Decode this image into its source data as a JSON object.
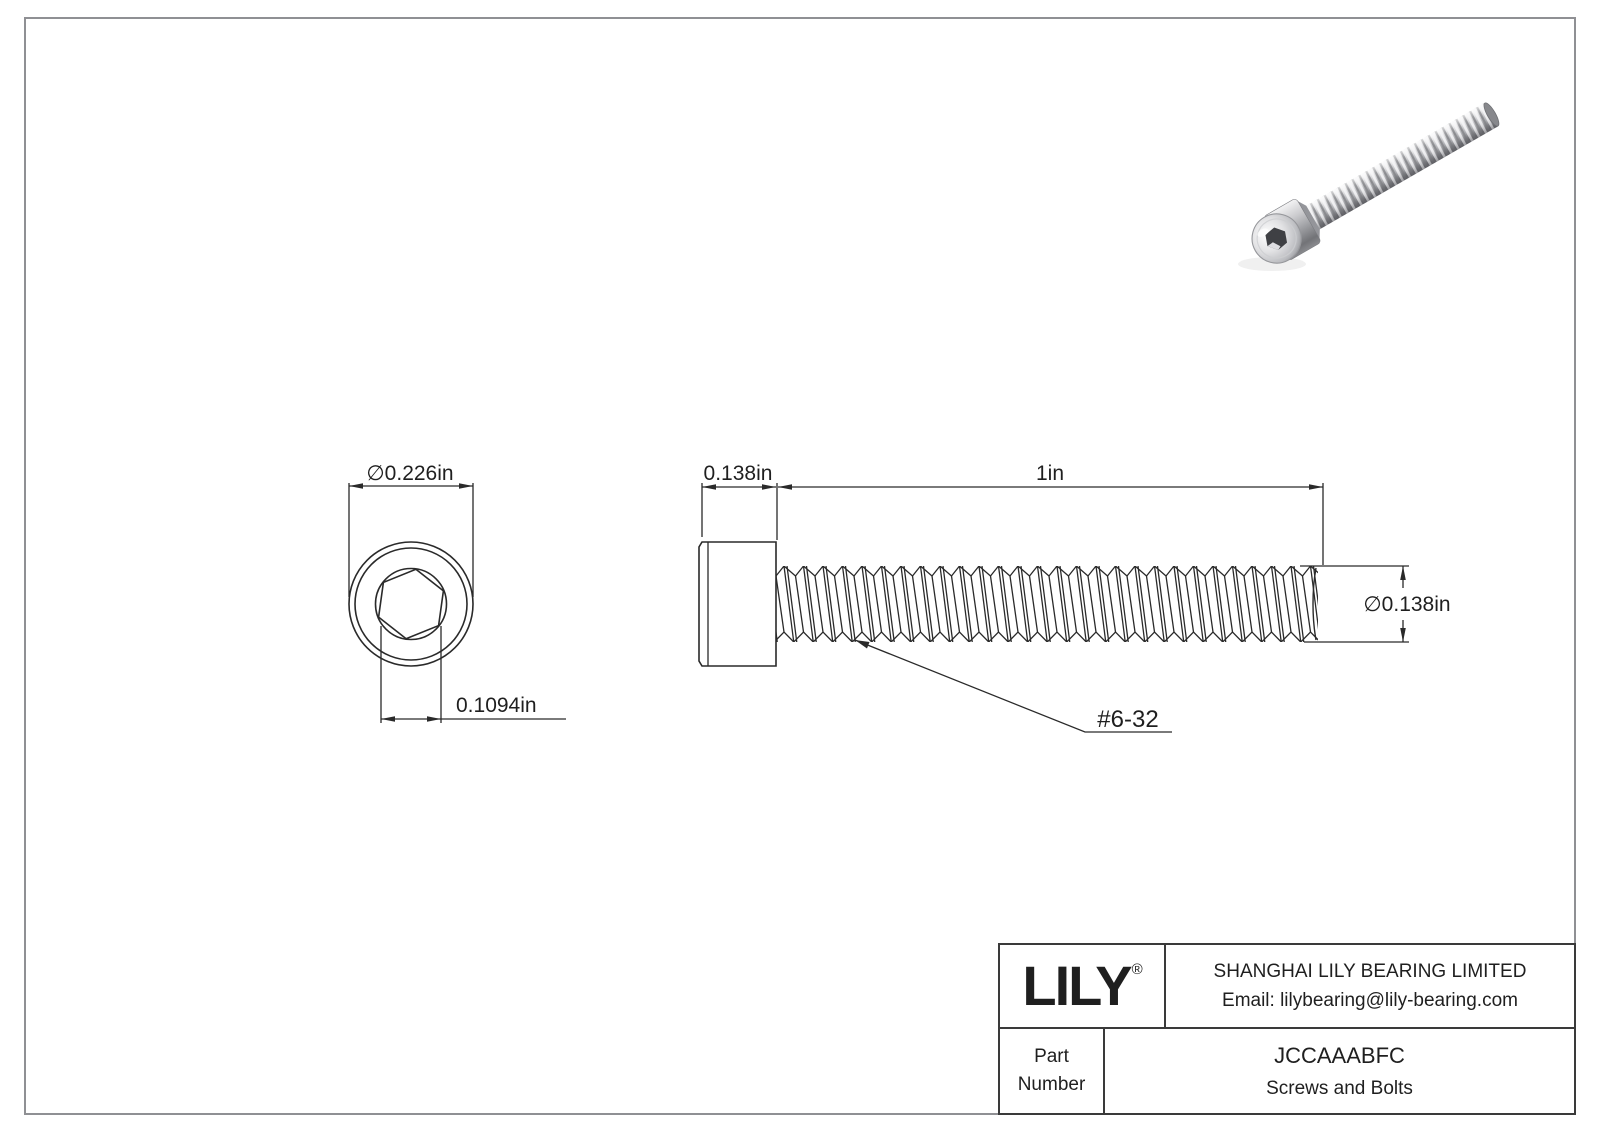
{
  "page": {
    "background": "#ffffff",
    "border_color": "#8f9094",
    "line_color": "#2a2a2a"
  },
  "views": {
    "front": {
      "dim_head_diameter": "∅0.226in",
      "dim_socket_across_flats": "0.1094in"
    },
    "side": {
      "dim_head_length": "0.138in",
      "dim_thread_length": "1in",
      "dim_thread_diameter": "∅0.138in",
      "thread_spec": "#6-32"
    }
  },
  "title_block": {
    "logo": "LILY",
    "registered": "®",
    "company": "SHANGHAI LILY BEARING LIMITED",
    "email": "Email: lilybearing@lily-bearing.com",
    "part_label_line1": "Part",
    "part_label_line2": "Number",
    "part_number": "JCCAAABFC",
    "category": "Screws and Bolts"
  }
}
